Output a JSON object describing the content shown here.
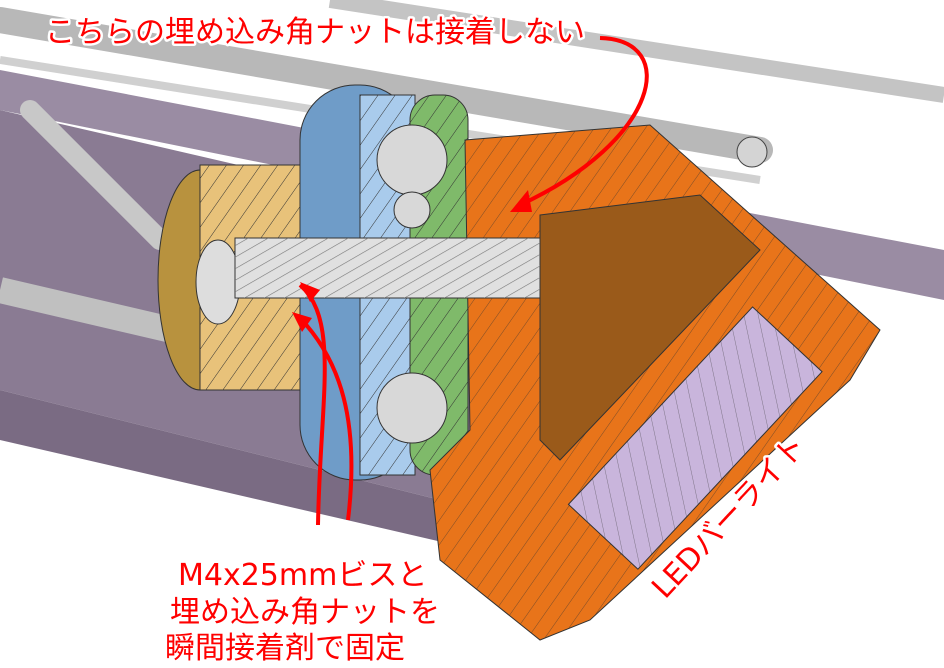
{
  "annotations": {
    "top_note": "こちらの埋め込み角ナットは接着しない",
    "bottom_note": [
      "M4x25mmビスと",
      "埋め込み角ナットを",
      "瞬間接着剤で固定"
    ],
    "led_label": "LEDバーライト"
  },
  "colors": {
    "annotation": "#ff0000",
    "nut": "#e8c27a",
    "spacer_blue": "#9fc3e8",
    "spacer_green": "#7fba6a",
    "bracket": "#e8741a",
    "led": "#c9b5dc",
    "panel": "#8a7b93",
    "rod": "#c8c8c8"
  }
}
